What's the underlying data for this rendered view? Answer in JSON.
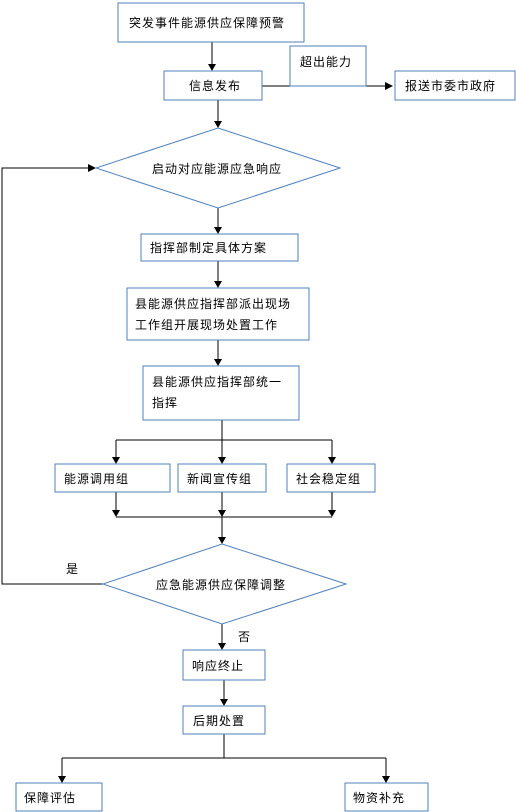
{
  "flowchart": {
    "start": "突发事件能源供应保障预警",
    "info_release": "信息发布",
    "over_capacity": "超出能力",
    "report_gov": "报送市委市政府",
    "start_response": "启动对应能源应急响应",
    "make_plan": "指挥部制定具体方案",
    "dispatch_line1": "县能源供应指挥部派出现场",
    "dispatch_line2": "工作组开展现场处置工作",
    "unified_line1": "县能源供应指挥部统一",
    "unified_line2": "指挥",
    "group_dispatch": "能源调用组",
    "group_news": "新闻宣传组",
    "group_stability": "社会稳定组",
    "adjust_decision": "应急能源供应保障调整",
    "yes_label": "是",
    "no_label": "否",
    "response_end": "响应终止",
    "aftermath": "后期处置",
    "assessment": "保障评估",
    "supplies": "物资补充"
  },
  "colors": {
    "box_border": "#4f81bd",
    "line": "#000000"
  }
}
